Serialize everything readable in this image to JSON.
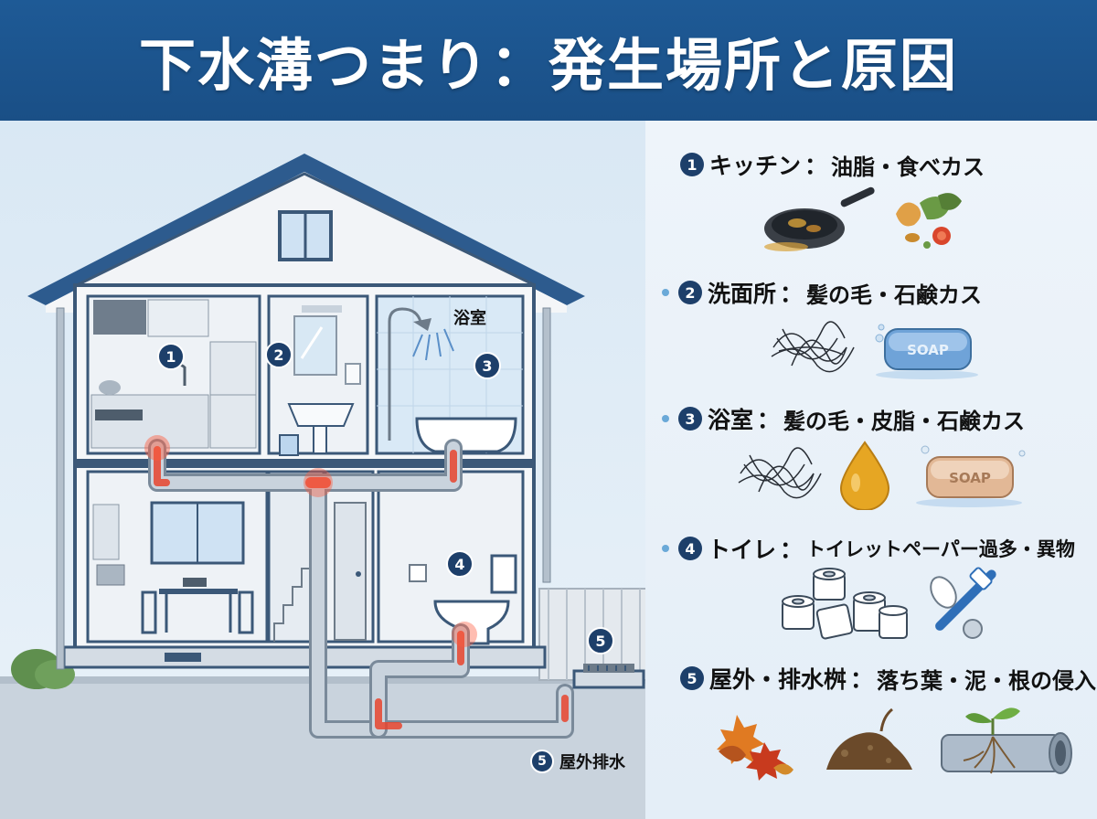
{
  "title": "下水溝つまり：発生場所と原因",
  "scene": {
    "bath_label": "浴室",
    "outdoor_drain_label": "屋外排水",
    "outdoor_drain_num": "5",
    "markers": [
      {
        "num": "1",
        "area": "kitchen"
      },
      {
        "num": "2",
        "area": "washroom"
      },
      {
        "num": "3",
        "area": "bathroom"
      },
      {
        "num": "4",
        "area": "toilet"
      },
      {
        "num": "5",
        "area": "outdoor"
      }
    ],
    "soap_text": "SOAP"
  },
  "causes": [
    {
      "num": "1",
      "place": "キッチン",
      "reason": "油脂・食べカス",
      "icons": [
        "frying-pan-icon",
        "food-scraps-icon"
      ]
    },
    {
      "num": "2",
      "place": "洗面所",
      "reason": "髪の毛・石鹸カス",
      "icons": [
        "hair-icon",
        "soap-icon"
      ]
    },
    {
      "num": "3",
      "place": "浴室",
      "reason": "髪の毛・皮脂・石鹸カス",
      "icons": [
        "hair-icon",
        "oil-drop-icon",
        "soap-icon"
      ]
    },
    {
      "num": "4",
      "place": "トイレ",
      "reason": "トイレットペーパー過多・異物",
      "icons": [
        "toilet-paper-icon",
        "toothbrush-icon"
      ]
    },
    {
      "num": "5",
      "place": "屋外・排水桝",
      "reason": "落ち葉・泥・根の侵入",
      "icons": [
        "leaves-icon",
        "mud-icon",
        "root-pipe-icon"
      ]
    }
  ],
  "separator": "：",
  "colors": {
    "header": "#1e5a96",
    "marker": "#1d3f6a",
    "pipe": "#9aa9b8",
    "clog": "#e8442e",
    "bullet": "#6aa9d8"
  }
}
